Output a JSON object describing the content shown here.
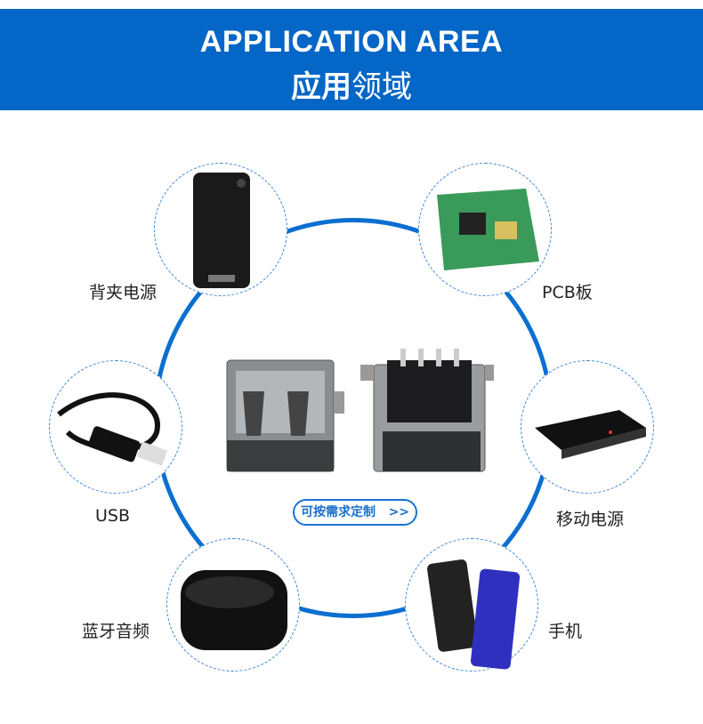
{
  "header": {
    "title_en": "APPLICATION AREA",
    "title_cn_bold": "应用",
    "title_cn_light": "领域"
  },
  "applications": [
    {
      "label": "背夹电源",
      "icon": "phone-battery-case-icon"
    },
    {
      "label": "PCB板",
      "icon": "pcb-board-icon"
    },
    {
      "label": "USB",
      "icon": "usb-cable-icon"
    },
    {
      "label": "移动电源",
      "icon": "power-bank-icon"
    },
    {
      "label": "蓝牙音频",
      "icon": "bluetooth-audio-icon"
    },
    {
      "label": "手机",
      "icon": "smartphone-icon"
    }
  ],
  "center": {
    "button_label": "可按需求定制",
    "button_arrow": ">>"
  },
  "colors": {
    "brand": "#0466c6",
    "ring": "#0b6fd0"
  }
}
